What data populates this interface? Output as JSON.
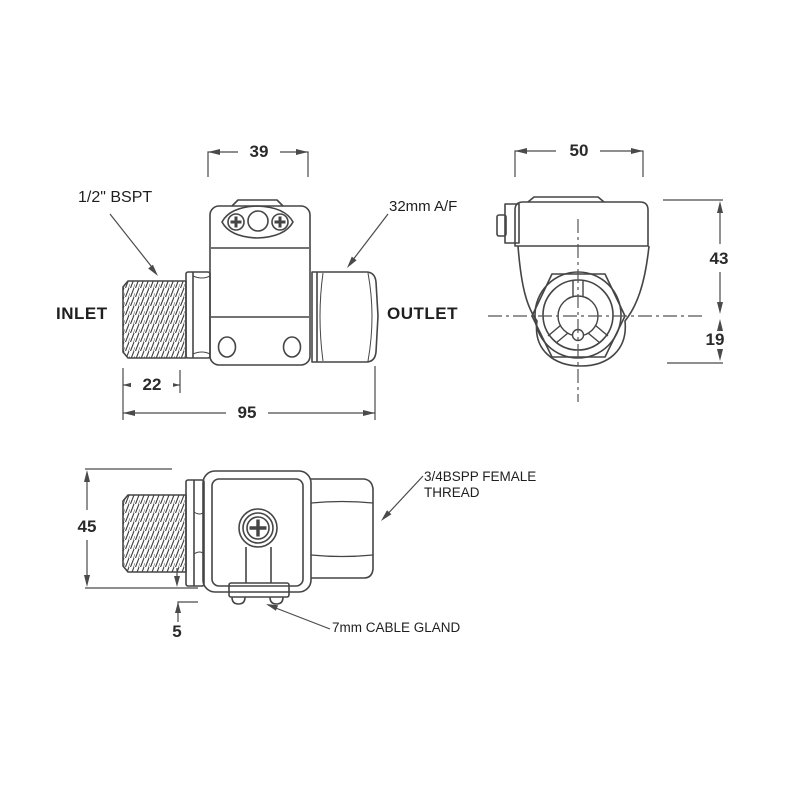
{
  "drawing": {
    "side_view": {
      "inlet_label": "INLET",
      "outlet_label": "OUTLET",
      "inlet_thread_label": "1/2\" BSPT",
      "hex_flats_label": "32mm A/F",
      "dim_coil_width": "39",
      "dim_thread_length": "22",
      "dim_overall_length": "95"
    },
    "end_view": {
      "dim_width": "50",
      "dim_center_to_top": "43",
      "dim_center_to_bottom": "19"
    },
    "bottom_view": {
      "dim_height": "45",
      "dim_gland_offset": "5",
      "outlet_thread_label_line1": "3/4BSPP FEMALE",
      "outlet_thread_label_line2": "THREAD",
      "cable_gland_label": "7mm CABLE GLAND"
    },
    "colors": {
      "line": "#454545",
      "text": "#1f1f1f",
      "background": "#ffffff"
    }
  }
}
